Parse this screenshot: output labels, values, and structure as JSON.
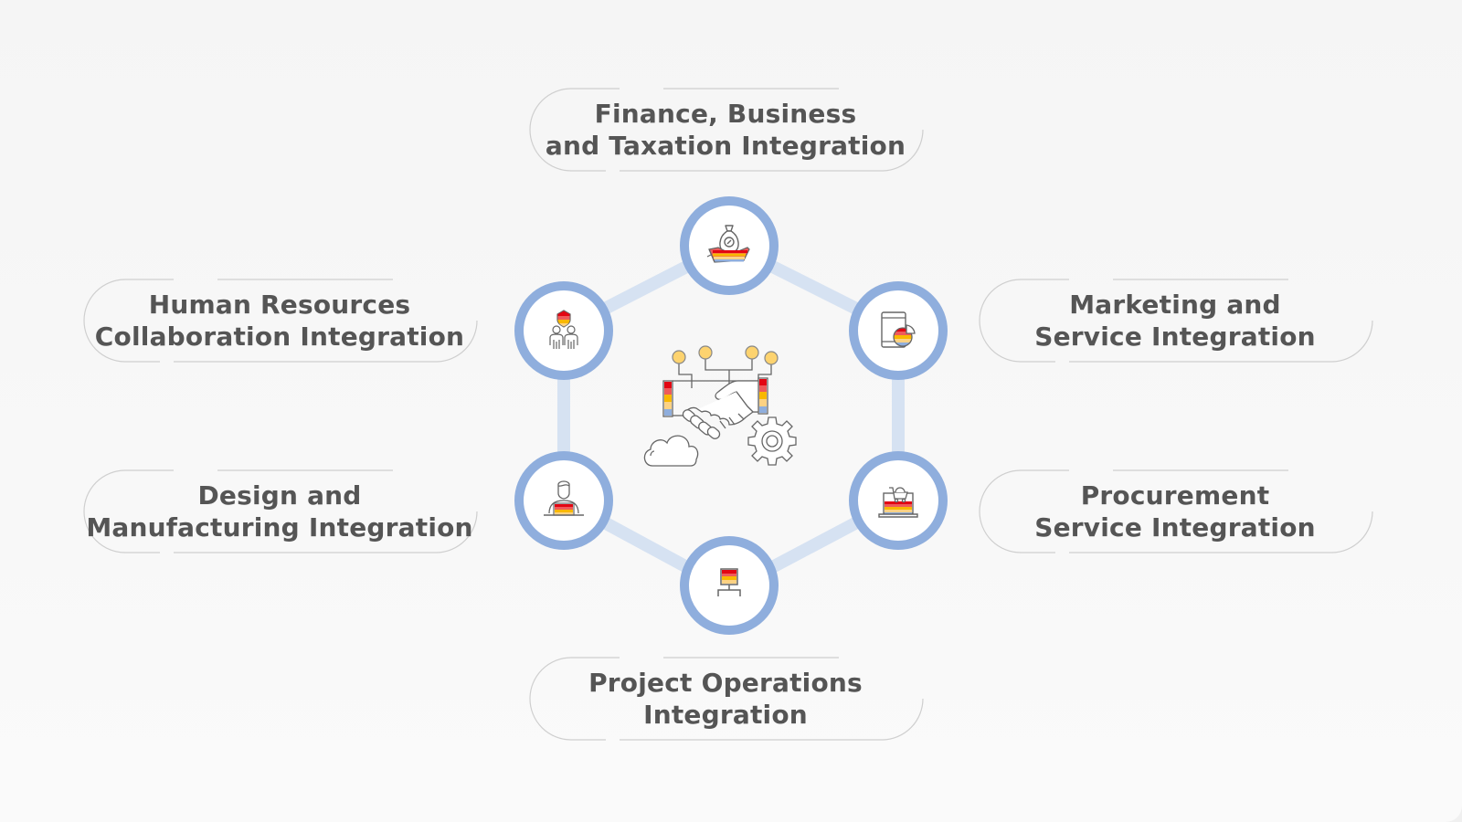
{
  "diagram": {
    "title": "Integration Hexagon",
    "center": {
      "icon": "handshake-network-icon",
      "decorations": [
        "cloud-icon",
        "gear-icon"
      ]
    },
    "nodes": [
      {
        "id": "finance",
        "icon": "money-bag-hand-icon",
        "label_line1": "Finance, Business",
        "label_line2": "and Taxation Integration"
      },
      {
        "id": "marketing",
        "icon": "tablet-pie-chart-icon",
        "label_line1": "Marketing and",
        "label_line2": "Service Integration"
      },
      {
        "id": "procurement",
        "icon": "laptop-cart-icon",
        "label_line1": "Procurement",
        "label_line2": "Service Integration"
      },
      {
        "id": "project",
        "icon": "org-chart-icon",
        "label_line1": "Project Operations",
        "label_line2": "Integration"
      },
      {
        "id": "design",
        "icon": "designer-laptop-icon",
        "label_line1": "Design and",
        "label_line2": "Manufacturing Integration"
      },
      {
        "id": "hr",
        "icon": "team-shield-icon",
        "label_line1": "Human Resources",
        "label_line2": "Collaboration Integration"
      }
    ],
    "colors": {
      "ring": "#8faedd",
      "connector": "#d6e2f2",
      "text": "#555555",
      "stripe_red": "#e30613",
      "stripe_coral": "#ef5a5a",
      "stripe_amber": "#f9b800",
      "stripe_light": "#fdd283",
      "stripe_blue": "#8faedd",
      "dot": "#fdd36f"
    }
  }
}
